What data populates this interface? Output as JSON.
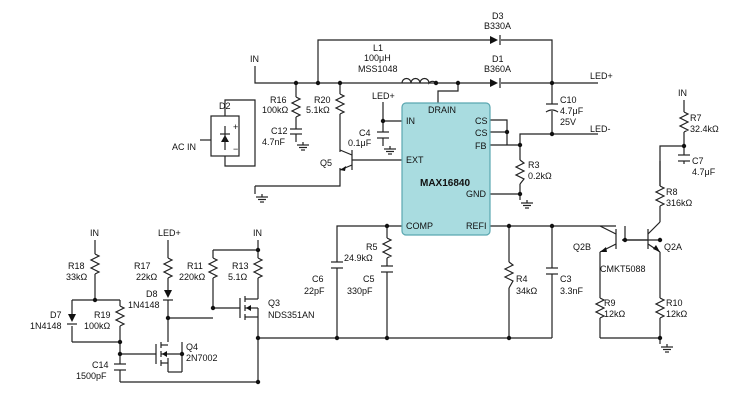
{
  "ic": {
    "name": "MAX16840",
    "pins": {
      "in": "IN",
      "drain": "DRAIN",
      "cs1": "CS",
      "cs2": "CS",
      "fb": "FB",
      "ext": "EXT",
      "gnd": "GND",
      "comp": "COMP",
      "refi": "REFI"
    },
    "fill_color": "#a9dce0",
    "stroke_color": "#5aa7b0"
  },
  "nets": {
    "in": "IN",
    "led_plus": "LED+",
    "led_minus": "LED-",
    "ac_in": "AC IN"
  },
  "parts": {
    "d3": {
      "ref": "D3",
      "value": "B330A"
    },
    "d1": {
      "ref": "D1",
      "value": "B360A"
    },
    "l1": {
      "ref": "L1",
      "value": "100μH",
      "part": "MSS1048"
    },
    "d2": {
      "ref": "D2"
    },
    "r16": {
      "ref": "R16",
      "value": "100kΩ"
    },
    "r20": {
      "ref": "R20",
      "value": "5.1kΩ"
    },
    "c12": {
      "ref": "C12",
      "value": "4.7nF"
    },
    "c4": {
      "ref": "C4",
      "value": "0.1μF"
    },
    "q5": {
      "ref": "Q5"
    },
    "c10": {
      "ref": "C10",
      "value": "4.7μF",
      "rating": "25V"
    },
    "r3": {
      "ref": "R3",
      "value": "0.2kΩ"
    },
    "r7": {
      "ref": "R7",
      "value": "32.4kΩ"
    },
    "c7": {
      "ref": "C7",
      "value": "4.7μF"
    },
    "r8": {
      "ref": "R8",
      "value": "316kΩ"
    },
    "q2": {
      "ref_b": "Q2B",
      "ref_a": "Q2A",
      "part": "CMKT5088"
    },
    "r9": {
      "ref": "R9",
      "value": "12kΩ"
    },
    "r10": {
      "ref": "R10",
      "value": "12kΩ"
    },
    "r18": {
      "ref": "R18",
      "value": "33kΩ"
    },
    "r17": {
      "ref": "R17",
      "value": "22kΩ"
    },
    "r11": {
      "ref": "R11",
      "value": "220kΩ"
    },
    "r13": {
      "ref": "R13",
      "value": "5.1Ω"
    },
    "d8": {
      "ref": "D8",
      "value": "1N4148"
    },
    "d7": {
      "ref": "D7",
      "value": "1N4148"
    },
    "r19": {
      "ref": "R19",
      "value": "100kΩ"
    },
    "q4": {
      "ref": "Q4",
      "value": "2N7002"
    },
    "q3": {
      "ref": "Q3",
      "value": "NDS351AN"
    },
    "c14": {
      "ref": "C14",
      "value": "1500pF"
    },
    "r5": {
      "ref": "R5",
      "value": "24.9kΩ"
    },
    "c6": {
      "ref": "C6",
      "value": "22pF"
    },
    "c5": {
      "ref": "C5",
      "value": "330pF"
    },
    "r4": {
      "ref": "R4",
      "value": "34kΩ"
    },
    "c3": {
      "ref": "C3",
      "value": "3.3nF"
    }
  }
}
